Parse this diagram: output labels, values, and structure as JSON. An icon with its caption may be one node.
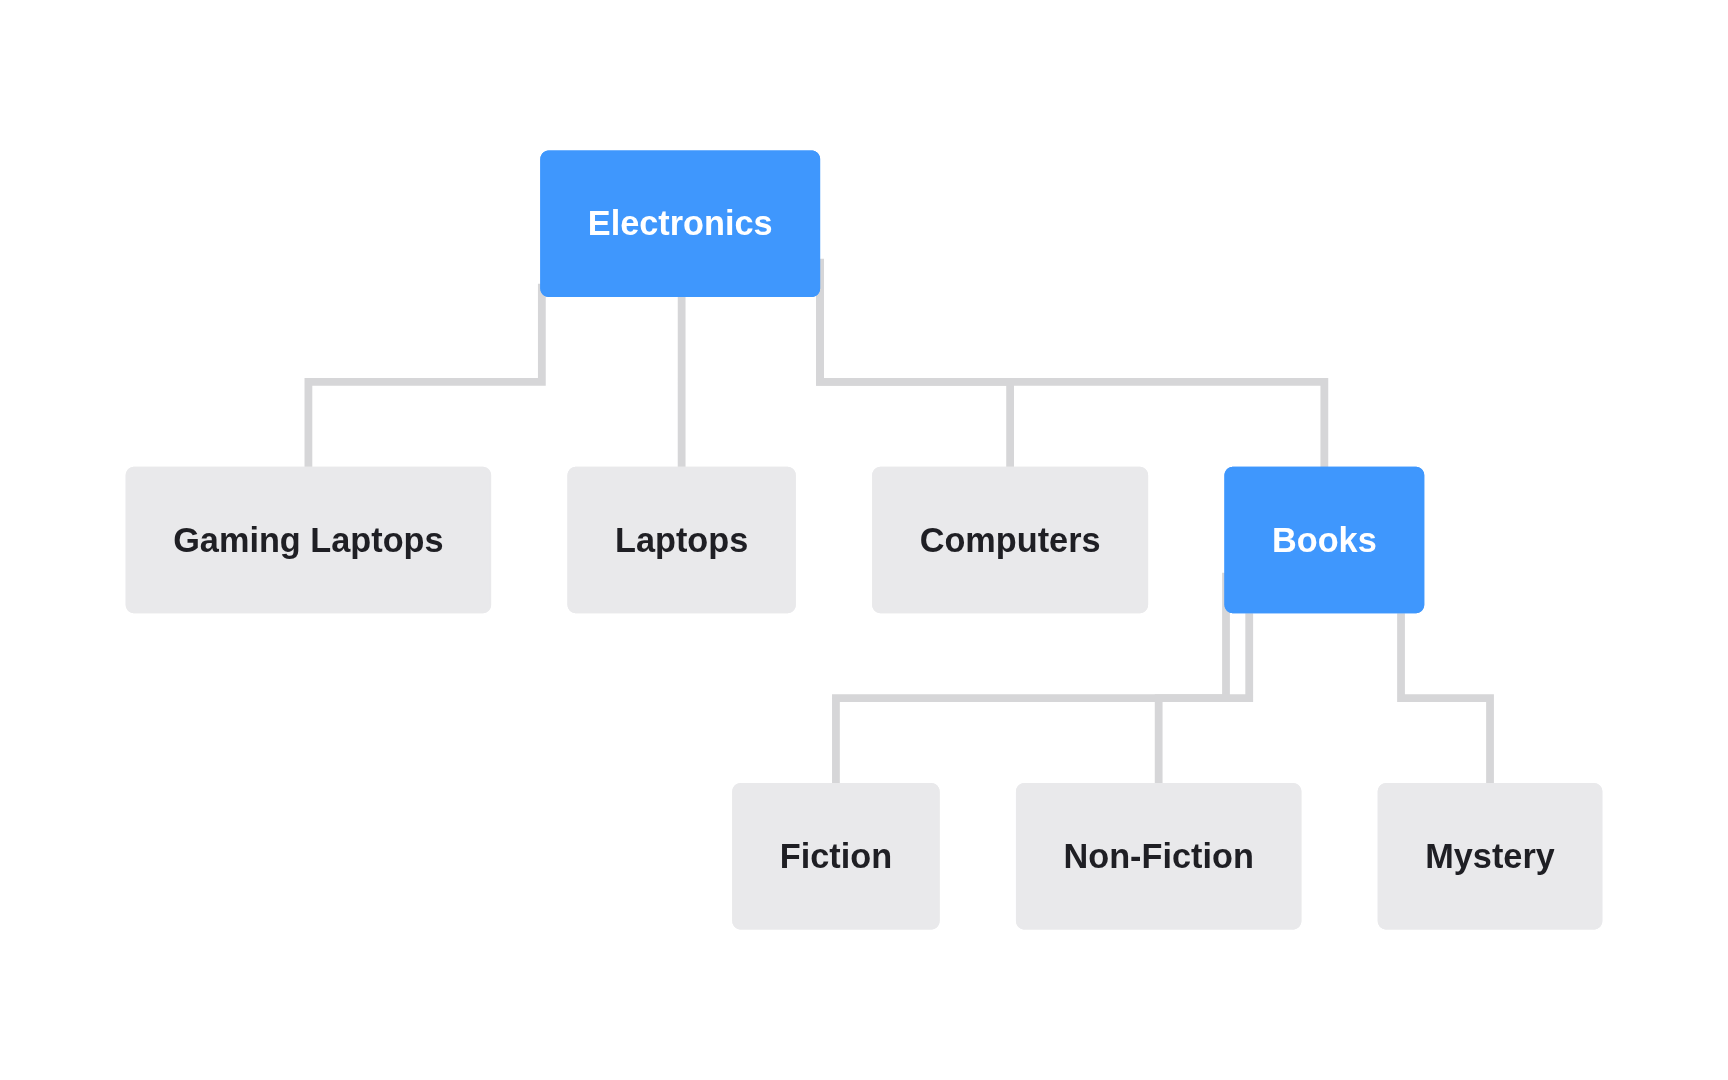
{
  "diagram": {
    "nodes": [
      {
        "text": [
          "Electronics"
        ]
      },
      {
        "text": [
          "Books"
        ]
      },
      {
        "text": [
          "Computers"
        ]
      },
      {
        "text": [
          "Laptops"
        ]
      },
      {
        "text": [
          "Gaming Laptops"
        ]
      },
      {
        "text": [
          "Fiction"
        ]
      },
      {
        "text": [
          "Non-Fiction"
        ]
      },
      {
        "text": [
          "Mystery"
        ]
      }
    ],
    "edges": [
      {
        "from": 0,
        "to": 1,
        "arrow": "none"
      },
      {
        "from": 0,
        "to": 2,
        "arrow": "none"
      },
      {
        "from": 0,
        "to": 3,
        "arrow": "none"
      },
      {
        "from": 0,
        "to": 4,
        "arrow": "none"
      },
      {
        "from": 1,
        "to": 5,
        "arrow": "none"
      },
      {
        "from": 1,
        "to": 6,
        "arrow": "none"
      },
      {
        "from": 1,
        "to": 7,
        "arrow": "none"
      }
    ]
  }
}
